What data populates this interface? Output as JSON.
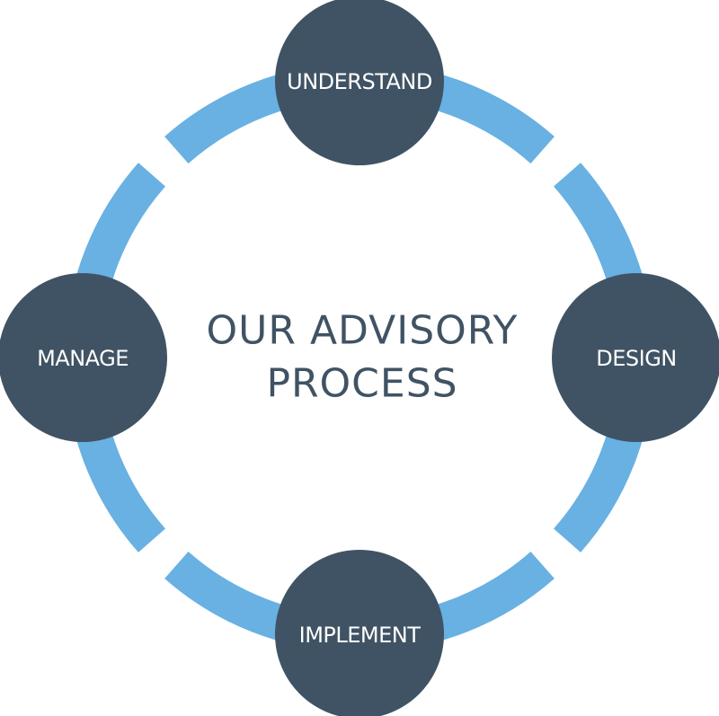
{
  "diagram": {
    "title_lines": [
      "OUR ADVISORY",
      "PROCESS"
    ],
    "steps": [
      {
        "label": "UNDERSTAND"
      },
      {
        "label": "DESIGN"
      },
      {
        "label": "IMPLEMENT"
      },
      {
        "label": "MANAGE"
      }
    ]
  },
  "colors": {
    "ring": "#68b1e2",
    "node": "#405364",
    "title": "#405364",
    "node_text": "#ffffff",
    "background": "#ffffff"
  }
}
